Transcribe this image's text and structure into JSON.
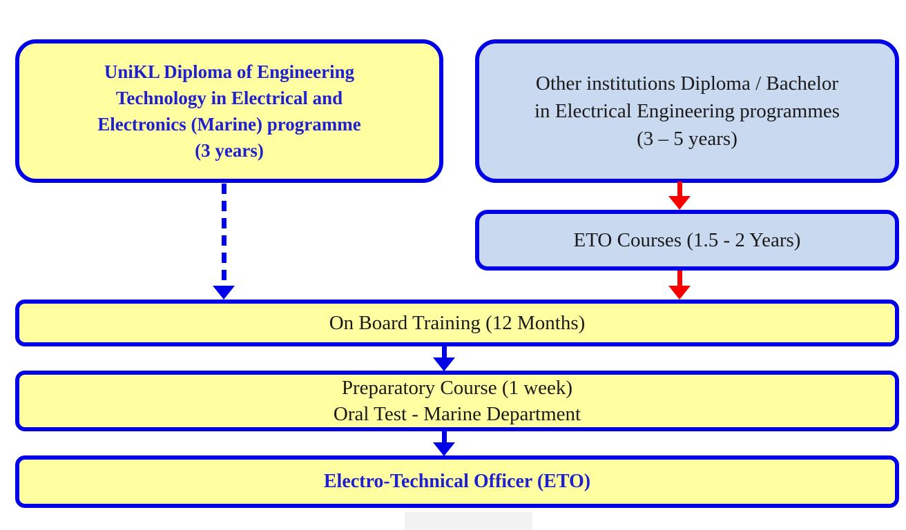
{
  "colors": {
    "border-blue": "#0000E8",
    "arrow-blue": "#0000E8",
    "arrow-red": "#F80000",
    "fill-yellow": "#FFFFA2",
    "fill-lightblue": "#C9D9F0",
    "text-blue": "#2020CC",
    "text-black": "#1A1A1A",
    "gray-bar": "#F2F2F2",
    "background": "#FFFFFF"
  },
  "flowchart": {
    "boxes": {
      "unikl": {
        "text": "UniKL Diploma of Engineering\nTechnology in Electrical and\nElectronics (Marine) programme\n(3 years)"
      },
      "other_institutions": {
        "text": "Other institutions Diploma / Bachelor\nin Electrical Engineering programmes\n(3 – 5 years)"
      },
      "eto_courses": {
        "text": "ETO Courses (1.5 - 2 Years)"
      },
      "on_board_training": {
        "text": "On Board Training (12 Months)"
      },
      "preparatory": {
        "text": "Preparatory Course (1 week)\nOral Test - Marine Department"
      },
      "eto_officer": {
        "text": "Electro-Technical Officer (ETO)"
      }
    }
  }
}
